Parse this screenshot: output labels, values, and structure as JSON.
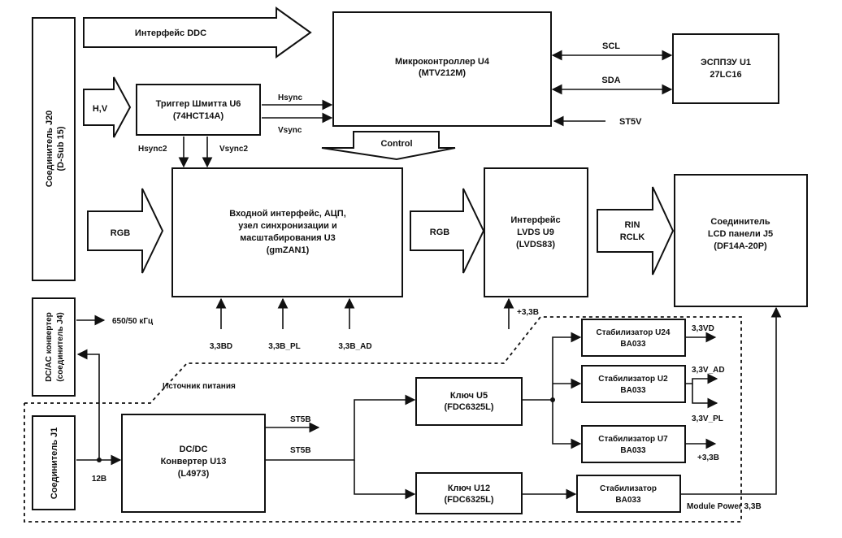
{
  "blocks": {
    "j20": {
      "label": "Соединитель J20",
      "sub": "(D-Sub 15)"
    },
    "u4": {
      "line1": "Микроконтроллер U4",
      "line2": "(MTV212M)"
    },
    "u1": {
      "line1": "ЭСППЗУ  U1",
      "line2": "27LC16"
    },
    "u6": {
      "line1": "Триггер Шмитта U6",
      "line2": "(74HCT14A)"
    },
    "u3": {
      "line1": "Входной интерфейс, АЦП,",
      "line2": "узел синхронизации и",
      "line3": "масштабирования U3",
      "line4": "(gmZAN1)"
    },
    "u9": {
      "line1": "Интерфейс",
      "line2": "LVDS U9",
      "line3": "(LVDS83)"
    },
    "j5": {
      "line1": "Соединитель",
      "line2": "LCD панели J5",
      "line3": "(DF14A-20P)"
    },
    "j4": {
      "label": "DC/AC конвертер",
      "sub": "(соединитель J4)"
    },
    "j1": {
      "label": "Соединитель J1"
    },
    "u13": {
      "line1": "DC/DC",
      "line2": "Конвертер U13",
      "line3": "(L4973)"
    },
    "u5": {
      "line1": "Ключ U5",
      "line2": "(FDC6325L)"
    },
    "u12": {
      "line1": "Ключ U12",
      "line2": "(FDC6325L)"
    },
    "u24": {
      "line1": "Стабилизатор U24",
      "line2": "BA033"
    },
    "u2": {
      "line1": "Стабилизатор U2",
      "line2": "BA033"
    },
    "u7": {
      "line1": "Стабилизатор U7",
      "line2": "BA033"
    },
    "u_mp": {
      "line1": "Стабилизатор",
      "line2": "BA033"
    }
  },
  "arrows": {
    "ddc": "Интерфейс DDC",
    "hv": "H,V",
    "rgb_in": "RGB",
    "rgb_mid": "RGB",
    "rin_line1": "RIN",
    "rin_line2": "RCLK",
    "control": "Control"
  },
  "signals": {
    "scl": "SCL",
    "sda": "SDA",
    "st5v": "ST5V",
    "hsync_u4": "Hsync",
    "vsync_u4": "Vsync",
    "hsync2": "Hsync2",
    "vsync2": "Vsync2",
    "v33bd": "3,3BD",
    "v33b_pl": "3,3B_PL",
    "v33b_ad": "3,3B_AD",
    "v33b_u9": "+3,3B",
    "freq": "650/50 кГц",
    "v12": "12B",
    "st5b_1": "ST5B",
    "st5b_2": "ST5B",
    "v33vd": "3,3VD",
    "v33v_ad": "3,3V_AD",
    "v33v_pl": "3,3V_PL",
    "v33b_u7": "+3,3B",
    "module_power": "Module Power 3,3B",
    "psu_label": "Источник питания"
  }
}
